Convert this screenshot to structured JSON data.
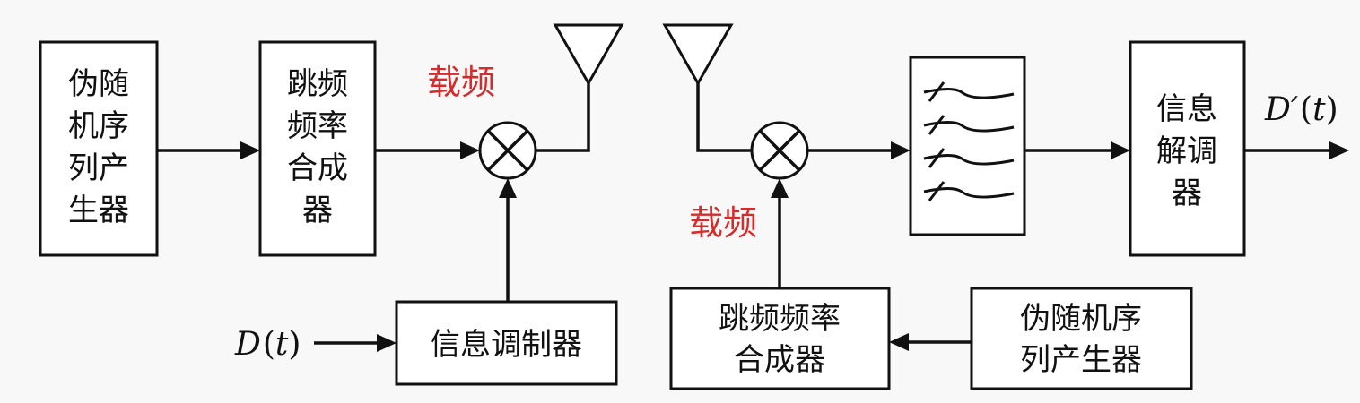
{
  "transmitter": {
    "pn_generator": [
      "伪随",
      "机序",
      "列产",
      "生器"
    ],
    "hop_synth": [
      "跳频",
      "频率",
      "合成",
      "器"
    ],
    "carrier_label": "载频",
    "info_modulator": "信息调制器",
    "input_signal": {
      "letter": "D",
      "open": "(",
      "var": "t",
      "close": ")"
    }
  },
  "receiver": {
    "carrier_label": "载频",
    "hop_synth": [
      "跳频频率",
      "合成器"
    ],
    "pn_generator": [
      "伪随机序",
      "列产生器"
    ],
    "demodulator": [
      "信息",
      "解调",
      "器"
    ],
    "output_signal": {
      "letter": "D′",
      "open": "(",
      "var": "t",
      "close": ")"
    }
  },
  "colors": {
    "carrier_label": "#d62b2b",
    "lines": "#111111"
  }
}
